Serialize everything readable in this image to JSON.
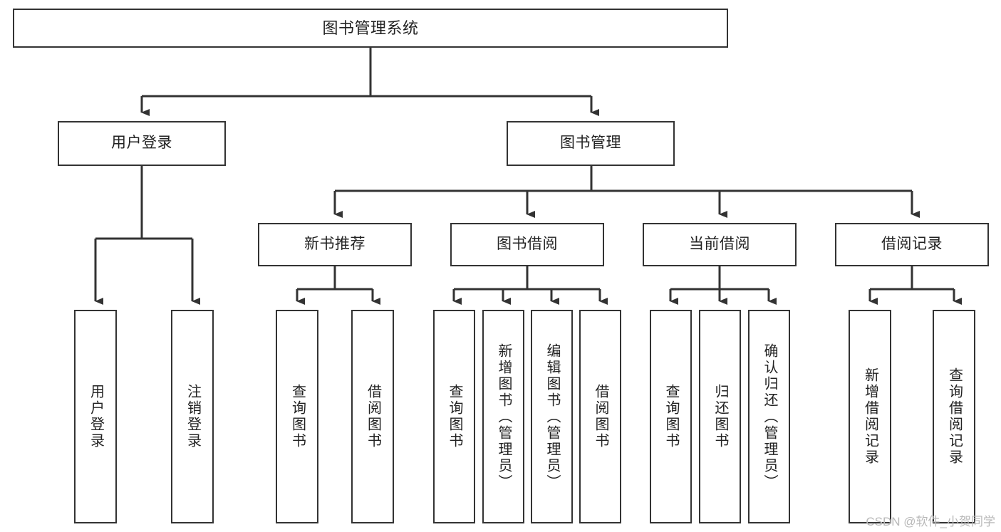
{
  "diagram": {
    "title": "图书管理系统",
    "type": "tree",
    "stroke_color": "#333333",
    "fill_color": "#ffffff",
    "text_color": "#222222",
    "watermark": "CSDN @软件_小贺同学"
  },
  "nodes": {
    "root": {
      "label": "图书管理系统"
    },
    "level2": [
      {
        "id": "user-login",
        "label": "用户登录"
      },
      {
        "id": "book-manage",
        "label": "图书管理"
      }
    ],
    "level3": [
      {
        "id": "new-book-recommend",
        "label": "新书推荐"
      },
      {
        "id": "book-borrow",
        "label": "图书借阅"
      },
      {
        "id": "current-borrow",
        "label": "当前借阅"
      },
      {
        "id": "borrow-record",
        "label": "借阅记录"
      }
    ],
    "leaves": {
      "user_login": [
        {
          "id": "leaf-user-login",
          "label": "用户登录"
        },
        {
          "id": "leaf-logout-login",
          "label": "注销登录"
        }
      ],
      "new_book_recommend": [
        {
          "id": "leaf-query-book-1",
          "label": "查询图书"
        },
        {
          "id": "leaf-borrow-book-1",
          "label": "借阅图书"
        }
      ],
      "book_borrow": [
        {
          "id": "leaf-query-book-2",
          "label": "查询图书"
        },
        {
          "id": "leaf-add-book",
          "label": "新增图书（管理员）"
        },
        {
          "id": "leaf-edit-book",
          "label": "编辑图书（管理员）"
        },
        {
          "id": "leaf-borrow-book-2",
          "label": "借阅图书"
        }
      ],
      "current_borrow": [
        {
          "id": "leaf-query-book-3",
          "label": "查询图书"
        },
        {
          "id": "leaf-return-book",
          "label": "归还图书"
        },
        {
          "id": "leaf-confirm-return",
          "label": "确认归还（管理员）"
        }
      ],
      "borrow_record": [
        {
          "id": "leaf-add-record",
          "label": "新增借阅记录"
        },
        {
          "id": "leaf-query-record",
          "label": "查询借阅记录"
        }
      ]
    }
  }
}
